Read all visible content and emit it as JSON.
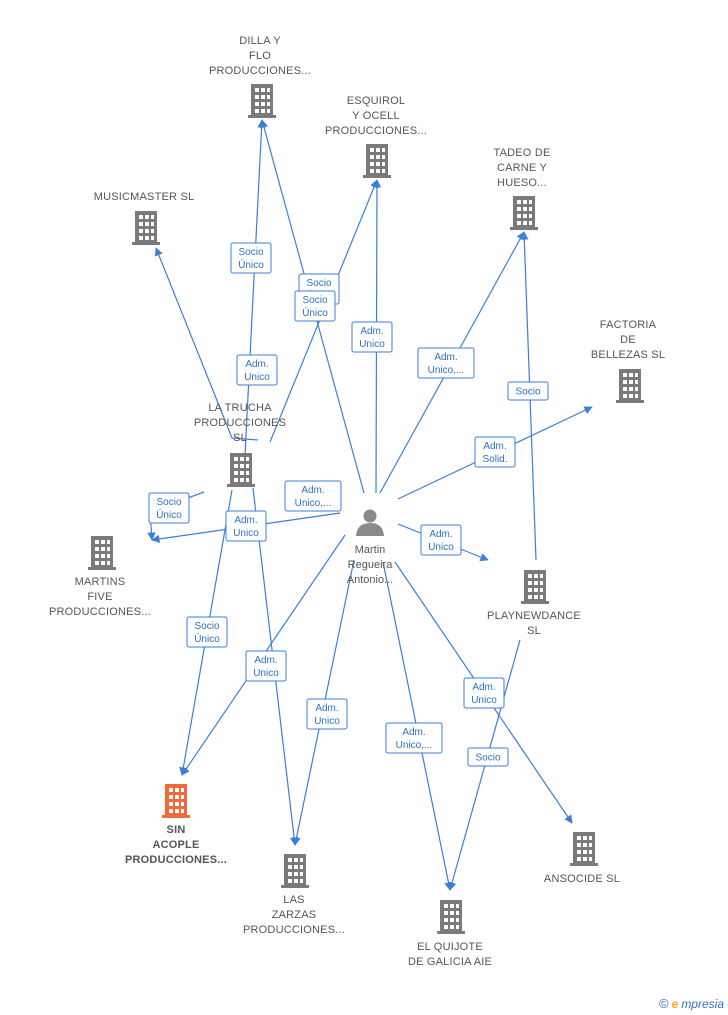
{
  "colors": {
    "edge": "#3c7fd6",
    "building": "#7a7a7a",
    "building_focus": "#f26a3a",
    "person": "#8a8a8a"
  },
  "center": {
    "id": "martin",
    "icon": "person-icon",
    "label": [
      "Martin",
      "Regueira",
      "Antonio..."
    ]
  },
  "nodes": [
    {
      "id": "dilla",
      "label": [
        "DILLA Y",
        "FLO",
        "PRODUCCIONES..."
      ],
      "focus": false
    },
    {
      "id": "esquirol",
      "label": [
        "ESQUIROL",
        "Y OCELL",
        "PRODUCCIONES..."
      ],
      "focus": false
    },
    {
      "id": "tadeo",
      "label": [
        "TADEO DE",
        "CARNE Y",
        "HUESO..."
      ],
      "focus": false
    },
    {
      "id": "musicmaster",
      "label": [
        "MUSICMASTER SL"
      ],
      "focus": false
    },
    {
      "id": "factoria",
      "label": [
        "FACTORIA",
        "DE",
        "BELLEZAS SL"
      ],
      "focus": false
    },
    {
      "id": "trucha",
      "label": [
        "LA TRUCHA",
        "PRODUCCIONES",
        "SL"
      ],
      "focus": false
    },
    {
      "id": "martins",
      "label": [
        "MARTINS",
        "FIVE",
        "PRODUCCIONES..."
      ],
      "focus": false
    },
    {
      "id": "playnew",
      "label": [
        "PLAYNEWDANCE",
        "SL"
      ],
      "focus": false
    },
    {
      "id": "sinacople",
      "label": [
        "SIN",
        "ACOPLE",
        "PRODUCCIONES..."
      ],
      "focus": true
    },
    {
      "id": "zarzas",
      "label": [
        "LAS",
        "ZARZAS",
        "PRODUCCIONES..."
      ],
      "focus": false
    },
    {
      "id": "quijote",
      "label": [
        "EL QUIJOTE",
        "DE GALICIA AIE"
      ],
      "focus": false
    },
    {
      "id": "ansocide",
      "label": [
        "ANSOCIDE  SL"
      ],
      "focus": false
    }
  ],
  "edges": [
    {
      "from": "martin",
      "to": "dilla",
      "label": [
        "Socio",
        "Único"
      ]
    },
    {
      "from": "martin",
      "to": "esquirol",
      "label": [
        "Adm.",
        "Unico"
      ]
    },
    {
      "from": "martin",
      "to": "tadeo",
      "label": [
        "Adm.",
        "Unico,..."
      ]
    },
    {
      "from": "martin",
      "to": "factoria",
      "label": [
        "Adm.",
        "Solid."
      ]
    },
    {
      "from": "martin",
      "to": "martins",
      "label": [
        "Adm.",
        "Unico,..."
      ]
    },
    {
      "from": "martin",
      "to": "playnew",
      "label": [
        "Adm.",
        "Unico"
      ]
    },
    {
      "from": "martin",
      "to": "sinacople",
      "label": [
        "Adm.",
        "Unico"
      ]
    },
    {
      "from": "martin",
      "to": "zarzas",
      "label": [
        "Adm.",
        "Unico"
      ]
    },
    {
      "from": "martin",
      "to": "quijote",
      "label": [
        "Adm.",
        "Unico,..."
      ]
    },
    {
      "from": "martin",
      "to": "ansocide",
      "label": [
        "Adm.",
        "Unico"
      ]
    },
    {
      "from": "trucha",
      "to": "dilla",
      "label": [
        "Adm.",
        "Unico"
      ]
    },
    {
      "from": "trucha",
      "to": "esquirol",
      "label": [
        "Socio",
        "Único"
      ]
    },
    {
      "from": "trucha",
      "to": "musicmaster",
      "label": [
        "Socio",
        "Único"
      ]
    },
    {
      "from": "trucha",
      "to": "martins",
      "label": [
        "Socio",
        "Único"
      ]
    },
    {
      "from": "trucha",
      "to": "sinacople",
      "label": [
        "Socio",
        "Único"
      ]
    },
    {
      "from": "trucha",
      "to": "zarzas",
      "label": [
        "Adm.",
        "Unico"
      ]
    },
    {
      "from": "playnew",
      "to": "tadeo",
      "label": [
        "Socio"
      ]
    },
    {
      "from": "playnew",
      "to": "quijote",
      "label": [
        "Socio"
      ]
    }
  ],
  "brand": {
    "copyright": "©",
    "e": "e",
    "name": "mpresia"
  }
}
